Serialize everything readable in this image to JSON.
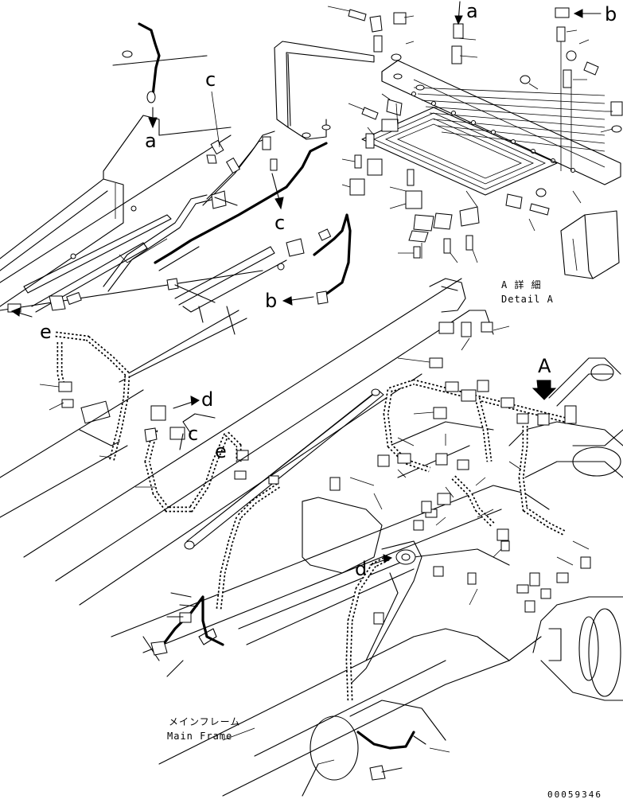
{
  "callouts": {
    "a": "a",
    "b": "b",
    "c": "c",
    "d": "d",
    "e": "e",
    "A": "A"
  },
  "detail_label": {
    "jp": "A 詳 細",
    "en": "Detail A"
  },
  "main_frame_label": {
    "jp": "メインフレーム",
    "en": "Main Frame"
  },
  "drawing_id": "00059346"
}
